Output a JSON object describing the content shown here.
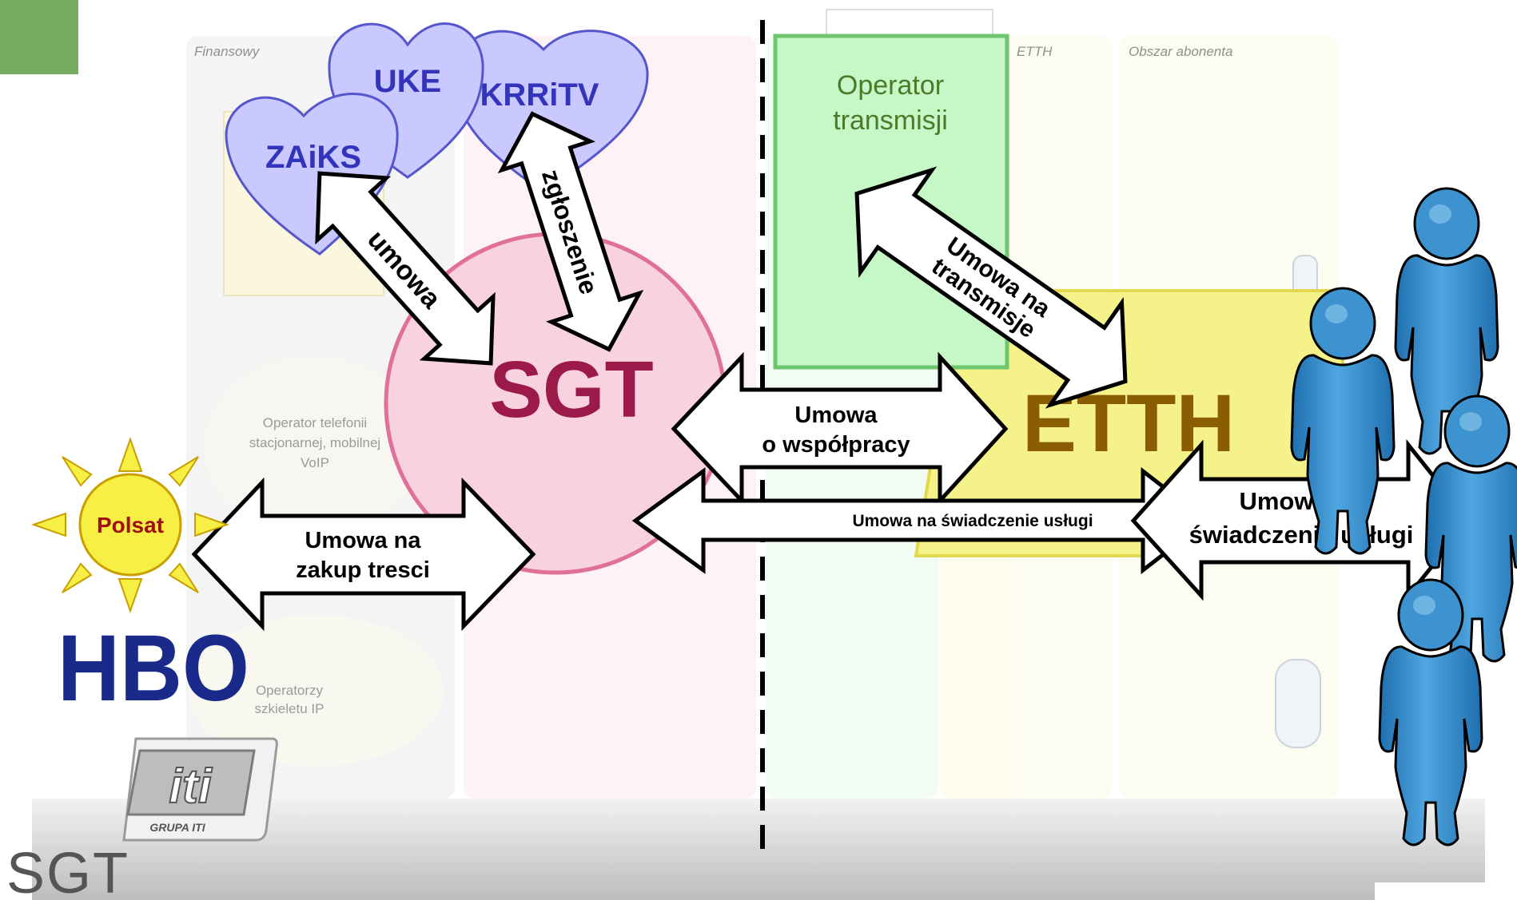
{
  "background_labels": {
    "finansowy": "Finansowy",
    "etth_header": "ETTH",
    "obszar": "Obszar abonenta",
    "operator_telefonii_l1": "Operator telefonii",
    "operator_telefonii_l2": "stacjonarnej, mobilnej",
    "operator_telefonii_l3": "VoIP",
    "operatorzy_ip_l1": "Operatorzy",
    "operatorzy_ip_l2": "szkieletu IP"
  },
  "entities": {
    "uke": "UKE",
    "krritv": "KRRiTV",
    "zaiks": "ZAiKS",
    "sgt": "SGT",
    "etth": "ETTH",
    "operator_l1": "Operator",
    "operator_l2": "transmisji",
    "polsat": "Polsat",
    "hbo": "HBO",
    "iti": "iti",
    "grupa_iti": "GRUPA ITI",
    "sgt_logo": "SGT"
  },
  "arrows": {
    "umowa": "umowa",
    "zgloszenie": "zgłoszenie",
    "wspolpraca_l1": "Umowa",
    "wspolpraca_l2": "o współpracy",
    "transmisja_l1": "Umowa na",
    "transmisja_l2": "transmisje",
    "zakup_l1": "Umowa na",
    "zakup_l2": "zakup tresci",
    "swiadczenie_small": "Umowa na świadczenie usługi",
    "swiadczenie_l1": "Umowa na",
    "swiadczenie_l2": "świadczenie usługi"
  },
  "colors": {
    "green_square": "#74ac5f",
    "heart_fill": "#c9c9ff",
    "heart_stroke": "#5555cc",
    "sgt_circle_fill": "#f8d2df",
    "sgt_circle_stroke": "#e07099",
    "sgt_text": "#9b1a4a",
    "operator_fill": "#c6f7c6",
    "operator_stroke": "#6ec66e",
    "operator_text": "#4b7a2a",
    "etth_fill": "#f6f28a",
    "etth_text": "#8a5d00",
    "sun_fill": "#f7ef43",
    "polsat_text": "#a01010",
    "hbo": "#1a2a8a",
    "person_fill": "#3d93d0"
  },
  "icons": [
    "heart-shape",
    "sun-icon",
    "hbo-logo",
    "iti-logo",
    "sgt-logo",
    "person-icon"
  ]
}
